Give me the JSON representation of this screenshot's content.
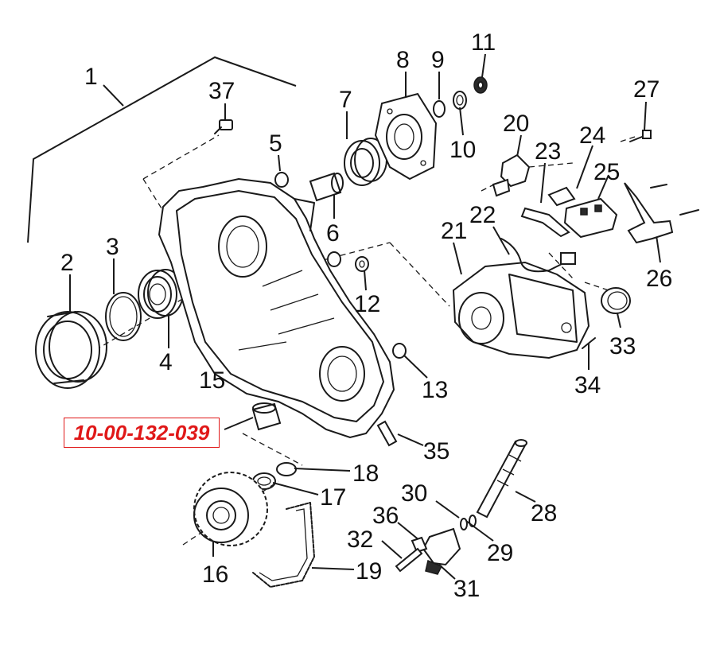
{
  "reference": {
    "part_number": "10-00-132-039",
    "color": "#e01818"
  },
  "callouts": [
    {
      "id": "c1",
      "label": "1"
    },
    {
      "id": "c2",
      "label": "2"
    },
    {
      "id": "c3",
      "label": "3"
    },
    {
      "id": "c4",
      "label": "4"
    },
    {
      "id": "c5",
      "label": "5"
    },
    {
      "id": "c6",
      "label": "6"
    },
    {
      "id": "c7",
      "label": "7"
    },
    {
      "id": "c8",
      "label": "8"
    },
    {
      "id": "c9",
      "label": "9"
    },
    {
      "id": "c10",
      "label": "10"
    },
    {
      "id": "c11",
      "label": "11"
    },
    {
      "id": "c12",
      "label": "12"
    },
    {
      "id": "c13",
      "label": "13"
    },
    {
      "id": "c15",
      "label": "15"
    },
    {
      "id": "c16",
      "label": "16"
    },
    {
      "id": "c17",
      "label": "17"
    },
    {
      "id": "c18",
      "label": "18"
    },
    {
      "id": "c19",
      "label": "19"
    },
    {
      "id": "c20",
      "label": "20"
    },
    {
      "id": "c21",
      "label": "21"
    },
    {
      "id": "c22",
      "label": "22"
    },
    {
      "id": "c23",
      "label": "23"
    },
    {
      "id": "c24",
      "label": "24"
    },
    {
      "id": "c25",
      "label": "25"
    },
    {
      "id": "c26",
      "label": "26"
    },
    {
      "id": "c27",
      "label": "27"
    },
    {
      "id": "c28",
      "label": "28"
    },
    {
      "id": "c29",
      "label": "29"
    },
    {
      "id": "c30",
      "label": "30"
    },
    {
      "id": "c31",
      "label": "31"
    },
    {
      "id": "c32",
      "label": "32"
    },
    {
      "id": "c33",
      "label": "33"
    },
    {
      "id": "c34",
      "label": "34"
    },
    {
      "id": "c35",
      "label": "35"
    },
    {
      "id": "c36",
      "label": "36"
    },
    {
      "id": "c37",
      "label": "37"
    }
  ]
}
